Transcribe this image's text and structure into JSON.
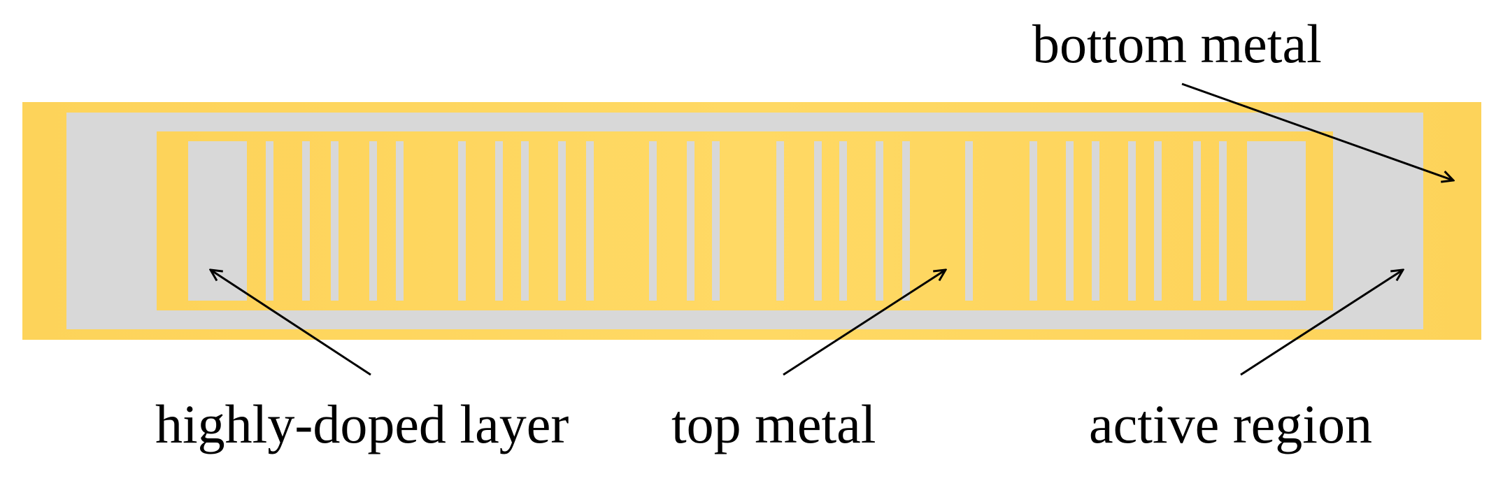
{
  "labels": {
    "bottom_metal": "bottom metal",
    "highly_doped_layer": "highly-doped layer",
    "top_metal": "top metal",
    "active_region": "active region"
  },
  "colors": {
    "metal": "#FDD660",
    "metal_edge": "#F6C43C",
    "semiconductor": "#D8D8D8",
    "arrow": "#000000"
  }
}
